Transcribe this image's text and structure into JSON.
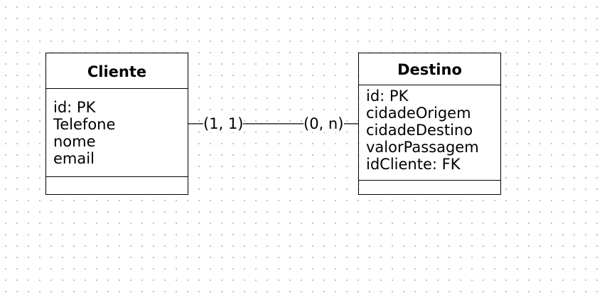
{
  "entities": {
    "cliente": {
      "name": "Cliente",
      "attributes": [
        "id: PK",
        "Telefone",
        "nome",
        "email"
      ]
    },
    "destino": {
      "name": "Destino",
      "attributes": [
        "id: PK",
        "cidadeOrigem",
        "cidadeDestino",
        "valorPassagem",
        "idCliente: FK"
      ]
    }
  },
  "relationship": {
    "left_cardinality": "(1, 1)",
    "right_cardinality": "(0, n)"
  }
}
